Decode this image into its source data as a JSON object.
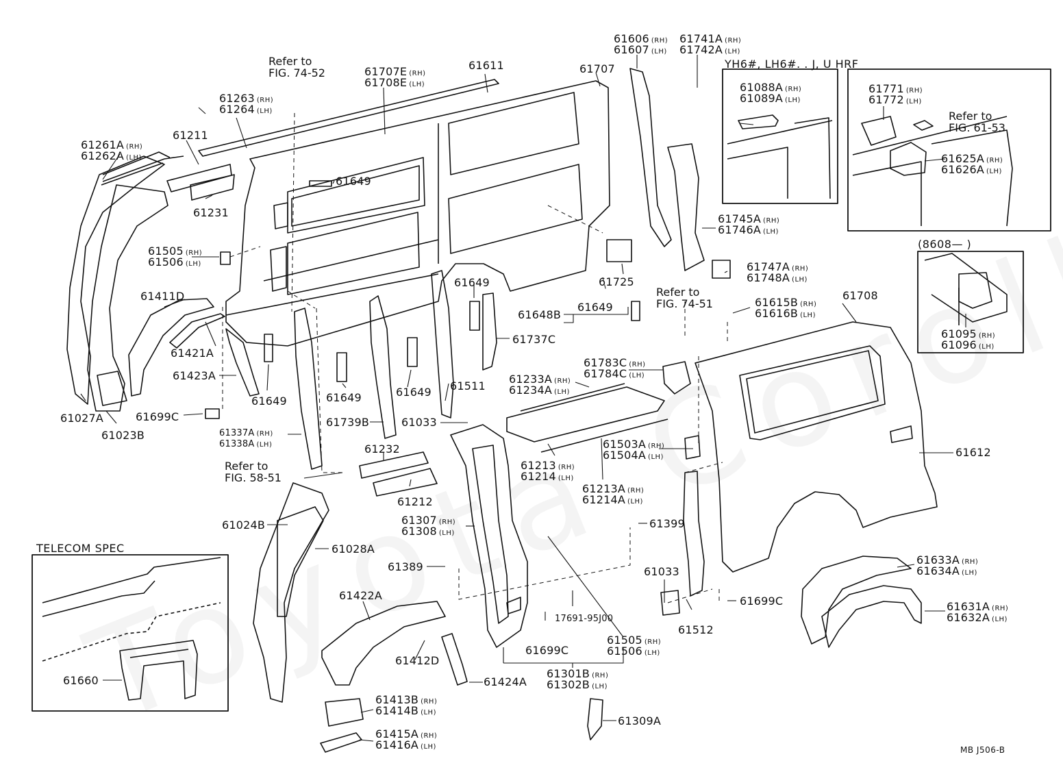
{
  "watermark": "Toyota Corolla",
  "insets": {
    "telecom": "TELECOM SPEC",
    "yh6": "YH6#, LH6#. . J, U HRF",
    "date": "(8608—        )"
  },
  "refs": [
    {
      "line1": "Refer to",
      "line2": "FIG. 74-52"
    },
    {
      "line1": "Refer to",
      "line2": "FIG. 74-51"
    },
    {
      "line1": "Refer to",
      "line2": "FIG. 61-53"
    },
    {
      "line1": "Refer to",
      "line2": "FIG. 58-51"
    }
  ],
  "drawing_code": "MB  J506-B",
  "parts": [
    {
      "id": "p61263",
      "num": "61263",
      "side": "(RH)"
    },
    {
      "id": "p61264",
      "num": "61264",
      "side": "(LH)"
    },
    {
      "id": "p61707E",
      "num": "61707E",
      "side": "(RH)"
    },
    {
      "id": "p61708E",
      "num": "61708E",
      "side": "(LH)"
    },
    {
      "id": "p61611",
      "num": "61611",
      "side": ""
    },
    {
      "id": "p61707",
      "num": "61707",
      "side": ""
    },
    {
      "id": "p61606",
      "num": "61606",
      "side": "(RH)"
    },
    {
      "id": "p61607",
      "num": "61607",
      "side": "(LH)"
    },
    {
      "id": "p61741A",
      "num": "61741A",
      "side": "(RH)"
    },
    {
      "id": "p61742A",
      "num": "61742A",
      "side": "(LH)"
    },
    {
      "id": "p61211",
      "num": "61211",
      "side": ""
    },
    {
      "id": "p61261A",
      "num": "61261A",
      "side": "(RH)"
    },
    {
      "id": "p61262A",
      "num": "61262A",
      "side": "(LH)"
    },
    {
      "id": "p61231",
      "num": "61231",
      "side": ""
    },
    {
      "id": "p61649a",
      "num": "61649",
      "side": ""
    },
    {
      "id": "p61505a",
      "num": "61505",
      "side": "(RH)"
    },
    {
      "id": "p61506a",
      "num": "61506",
      "side": "(LH)"
    },
    {
      "id": "p61411D",
      "num": "61411D",
      "side": ""
    },
    {
      "id": "p61421A",
      "num": "61421A",
      "side": ""
    },
    {
      "id": "p61423A",
      "num": "61423A",
      "side": ""
    },
    {
      "id": "p61649b",
      "num": "61649",
      "side": ""
    },
    {
      "id": "p61027A",
      "num": "61027A",
      "side": ""
    },
    {
      "id": "p61023B",
      "num": "61023B",
      "side": ""
    },
    {
      "id": "p61699Ca",
      "num": "61699C",
      "side": ""
    },
    {
      "id": "p61337A",
      "num": "61337A",
      "side": "(RH)"
    },
    {
      "id": "p61338A",
      "num": "61338A",
      "side": "(LH)"
    },
    {
      "id": "p61649c",
      "num": "61649",
      "side": ""
    },
    {
      "id": "p61649d",
      "num": "61649",
      "side": ""
    },
    {
      "id": "p61649e",
      "num": "61649",
      "side": ""
    },
    {
      "id": "p61739B",
      "num": "61739B",
      "side": ""
    },
    {
      "id": "p61511",
      "num": "61511",
      "side": ""
    },
    {
      "id": "p61033a",
      "num": "61033",
      "side": ""
    },
    {
      "id": "p61648B",
      "num": "61648B",
      "side": ""
    },
    {
      "id": "p61649f",
      "num": "61649",
      "side": ""
    },
    {
      "id": "p61737C",
      "num": "61737C",
      "side": ""
    },
    {
      "id": "p61725",
      "num": "61725",
      "side": ""
    },
    {
      "id": "p61745A",
      "num": "61745A",
      "side": "(RH)"
    },
    {
      "id": "p61746A",
      "num": "61746A",
      "side": "(LH)"
    },
    {
      "id": "p61747A",
      "num": "61747A",
      "side": "(RH)"
    },
    {
      "id": "p61748A",
      "num": "61748A",
      "side": "(LH)"
    },
    {
      "id": "p61615B",
      "num": "61615B",
      "side": "(RH)"
    },
    {
      "id": "p61616B",
      "num": "61616B",
      "side": "(LH)"
    },
    {
      "id": "p61708",
      "num": "61708",
      "side": ""
    },
    {
      "id": "p61783C",
      "num": "61783C",
      "side": "(RH)"
    },
    {
      "id": "p61784C",
      "num": "61784C",
      "side": "(LH)"
    },
    {
      "id": "p61233A",
      "num": "61233A",
      "side": "(RH)"
    },
    {
      "id": "p61234A",
      "num": "61234A",
      "side": "(LH)"
    },
    {
      "id": "p61503A",
      "num": "61503A",
      "side": "(RH)"
    },
    {
      "id": "p61504A",
      "num": "61504A",
      "side": "(LH)"
    },
    {
      "id": "p61213",
      "num": "61213",
      "side": "(RH)"
    },
    {
      "id": "p61214",
      "num": "61214",
      "side": "(LH)"
    },
    {
      "id": "p61213A",
      "num": "61213A",
      "side": "(RH)"
    },
    {
      "id": "p61214A",
      "num": "61214A",
      "side": "(LH)"
    },
    {
      "id": "p61612",
      "num": "61612",
      "side": ""
    },
    {
      "id": "p61232",
      "num": "61232",
      "side": ""
    },
    {
      "id": "p61212",
      "num": "61212",
      "side": ""
    },
    {
      "id": "p61024B",
      "num": "61024B",
      "side": ""
    },
    {
      "id": "p61028A",
      "num": "61028A",
      "side": ""
    },
    {
      "id": "p61307",
      "num": "61307",
      "side": "(RH)"
    },
    {
      "id": "p61308",
      "num": "61308",
      "side": "(LH)"
    },
    {
      "id": "p61399",
      "num": "61399",
      "side": ""
    },
    {
      "id": "p61389",
      "num": "61389",
      "side": ""
    },
    {
      "id": "p61033b",
      "num": "61033",
      "side": ""
    },
    {
      "id": "p61512",
      "num": "61512",
      "side": ""
    },
    {
      "id": "p61699Cb",
      "num": "61699C",
      "side": ""
    },
    {
      "id": "p61633A",
      "num": "61633A",
      "side": "(RH)"
    },
    {
      "id": "p61634A",
      "num": "61634A",
      "side": "(LH)"
    },
    {
      "id": "p61631A",
      "num": "61631A",
      "side": "(RH)"
    },
    {
      "id": "p61632A",
      "num": "61632A",
      "side": "(LH)"
    },
    {
      "id": "p61660",
      "num": "61660",
      "side": ""
    },
    {
      "id": "p61422A",
      "num": "61422A",
      "side": ""
    },
    {
      "id": "p61412D",
      "num": "61412D",
      "side": ""
    },
    {
      "id": "p61424A",
      "num": "61424A",
      "side": ""
    },
    {
      "id": "p17691",
      "num": "17691-95J00",
      "side": ""
    },
    {
      "id": "p61699Cc",
      "num": "61699C",
      "side": ""
    },
    {
      "id": "p61505b",
      "num": "61505",
      "side": "(RH)"
    },
    {
      "id": "p61506b",
      "num": "61506",
      "side": "(LH)"
    },
    {
      "id": "p61301B",
      "num": "61301B",
      "side": "(RH)"
    },
    {
      "id": "p61302B",
      "num": "61302B",
      "side": "(LH)"
    },
    {
      "id": "p61413B",
      "num": "61413B",
      "side": "(RH)"
    },
    {
      "id": "p61414B",
      "num": "61414B",
      "side": "(LH)"
    },
    {
      "id": "p61415A",
      "num": "61415A",
      "side": "(RH)"
    },
    {
      "id": "p61416A",
      "num": "61416A",
      "side": "(LH)"
    },
    {
      "id": "p61309A",
      "num": "61309A",
      "side": ""
    },
    {
      "id": "p61088A",
      "num": "61088A",
      "side": "(RH)"
    },
    {
      "id": "p61089A",
      "num": "61089A",
      "side": "(LH)"
    },
    {
      "id": "p61771",
      "num": "61771",
      "side": "(RH)"
    },
    {
      "id": "p61772",
      "num": "61772",
      "side": "(LH)"
    },
    {
      "id": "p61625A",
      "num": "61625A",
      "side": "(RH)"
    },
    {
      "id": "p61626A",
      "num": "61626A",
      "side": "(LH)"
    },
    {
      "id": "p61095",
      "num": "61095",
      "side": "(RH)"
    },
    {
      "id": "p61096",
      "num": "61096",
      "side": "(LH)"
    }
  ]
}
